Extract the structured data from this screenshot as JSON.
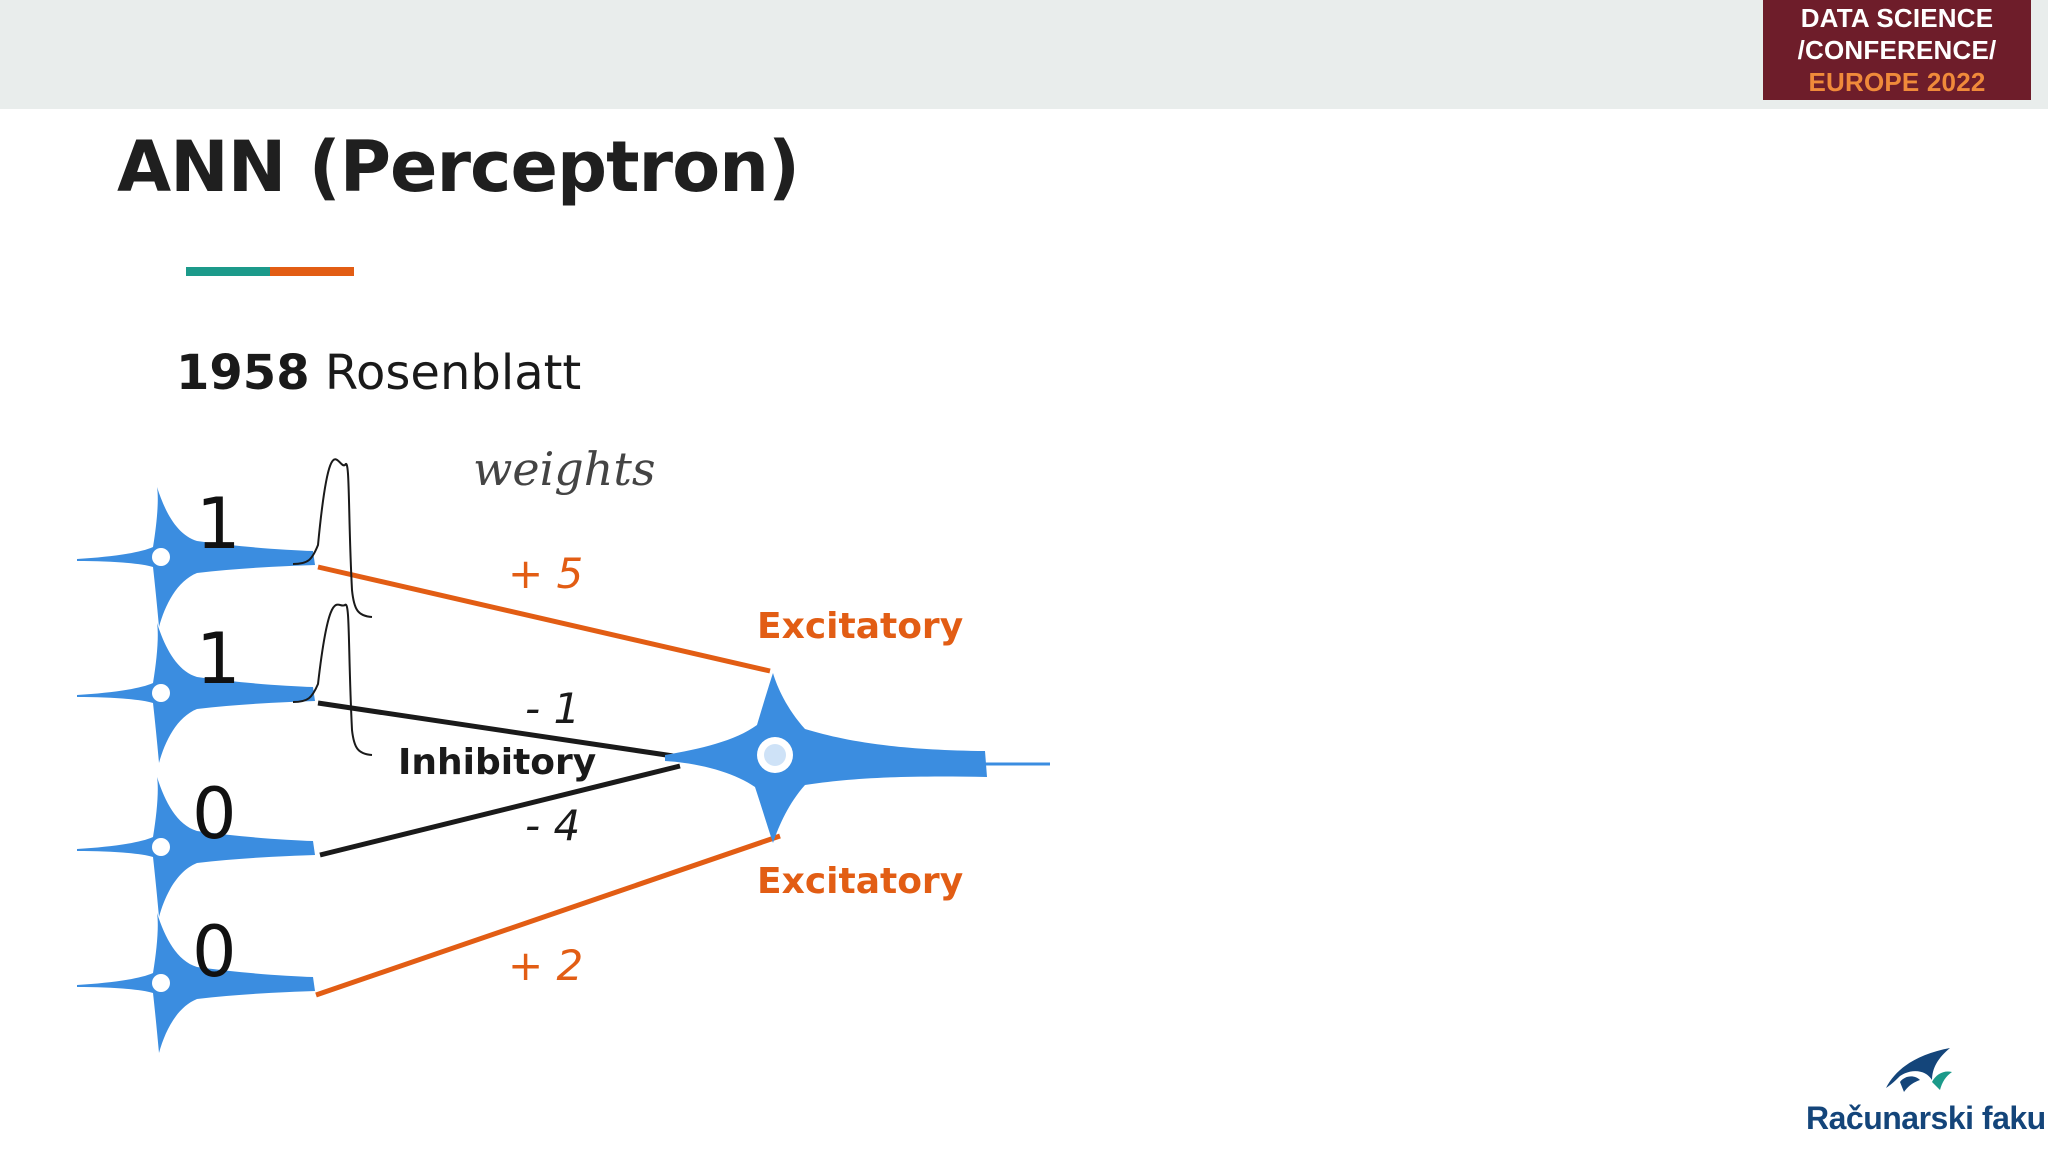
{
  "slide": {
    "title": "ANN (Perceptron)",
    "year": "1958",
    "author": "Rosenblatt"
  },
  "conference_badge": {
    "line1": "DATA SCIENCE",
    "line2": "/CONFERENCE/",
    "line3": "EUROPE 2022"
  },
  "diagram": {
    "weights_label": "weights",
    "inputs": [
      "1",
      "1",
      "0",
      "0"
    ],
    "weights": [
      "+ 5",
      "- 1",
      "- 4",
      "+ 2"
    ],
    "labels": {
      "excitatory_top": "Excitatory",
      "inhibitory": "Inhibitory",
      "excitatory_bottom": "Excitatory"
    }
  },
  "logo": {
    "text": "Računarski fakultet"
  },
  "colors": {
    "neuron": "#3b8de0",
    "excitatory": "#e25d14",
    "inhibitory": "#1a1a1a",
    "teal": "#1c9a8a",
    "badge_bg": "#6e1d2a",
    "logo": "#14457a"
  }
}
